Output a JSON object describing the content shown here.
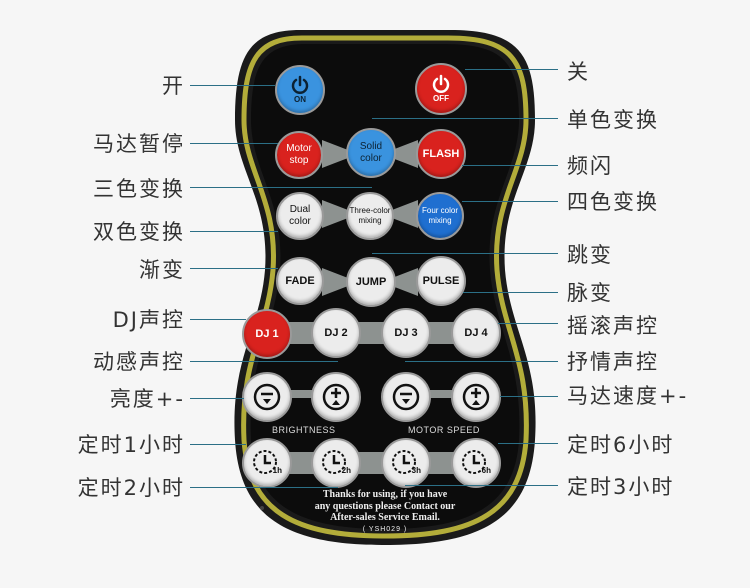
{
  "remote": {
    "model": "( YSH029 )",
    "footer_lines": [
      "Thanks for using, if you have",
      "any questions please Contact our",
      "After-sales Service Email."
    ],
    "buttons": {
      "on": {
        "icon": "power-icon",
        "label": "ON",
        "color": "#3a93df"
      },
      "off": {
        "icon": "power-icon",
        "label": "OFF",
        "color": "#d9221e"
      },
      "motor_stop": {
        "line1": "Motor",
        "line2": "stop"
      },
      "solid_color": {
        "line1": "Solid",
        "line2": "color"
      },
      "flash": {
        "label": "FLASH"
      },
      "dual_color": {
        "line1": "Dual",
        "line2": "color"
      },
      "three_color": {
        "line1": "Three-color",
        "line2": "mixing"
      },
      "four_color": {
        "line1": "Four color",
        "line2": "mixing"
      },
      "fade": {
        "label": "FADE"
      },
      "jump": {
        "label": "JUMP"
      },
      "pulse": {
        "label": "PULSE"
      },
      "dj1": {
        "label": "DJ 1"
      },
      "dj2": {
        "label": "DJ 2"
      },
      "dj3": {
        "label": "DJ 3"
      },
      "dj4": {
        "label": "DJ 4"
      },
      "timer_1h": {
        "label": "1h"
      },
      "timer_2h": {
        "label": "2h"
      },
      "timer_3h": {
        "label": "3h"
      },
      "timer_6h": {
        "label": "6h"
      }
    },
    "captions": {
      "brightness": "BRIGHTNESS",
      "motor_speed": "MOTOR SPEED"
    }
  },
  "labels_left": [
    "开",
    "马达暂停",
    "三色变换",
    "双色变换",
    "渐变",
    "DJ声控",
    "动感声控",
    "亮度+-",
    "定时1小时",
    "定时2小时"
  ],
  "labels_right": [
    "关",
    "单色变换",
    "频闪",
    "四色变换",
    "跳变",
    "脉变",
    "摇滚声控",
    "抒情声控",
    "马达速度+-",
    "定时6小时",
    "定时3小时"
  ],
  "colors": {
    "accent_line": "#2b6f86",
    "rim": "#b3ad3a",
    "body": "#111111"
  }
}
